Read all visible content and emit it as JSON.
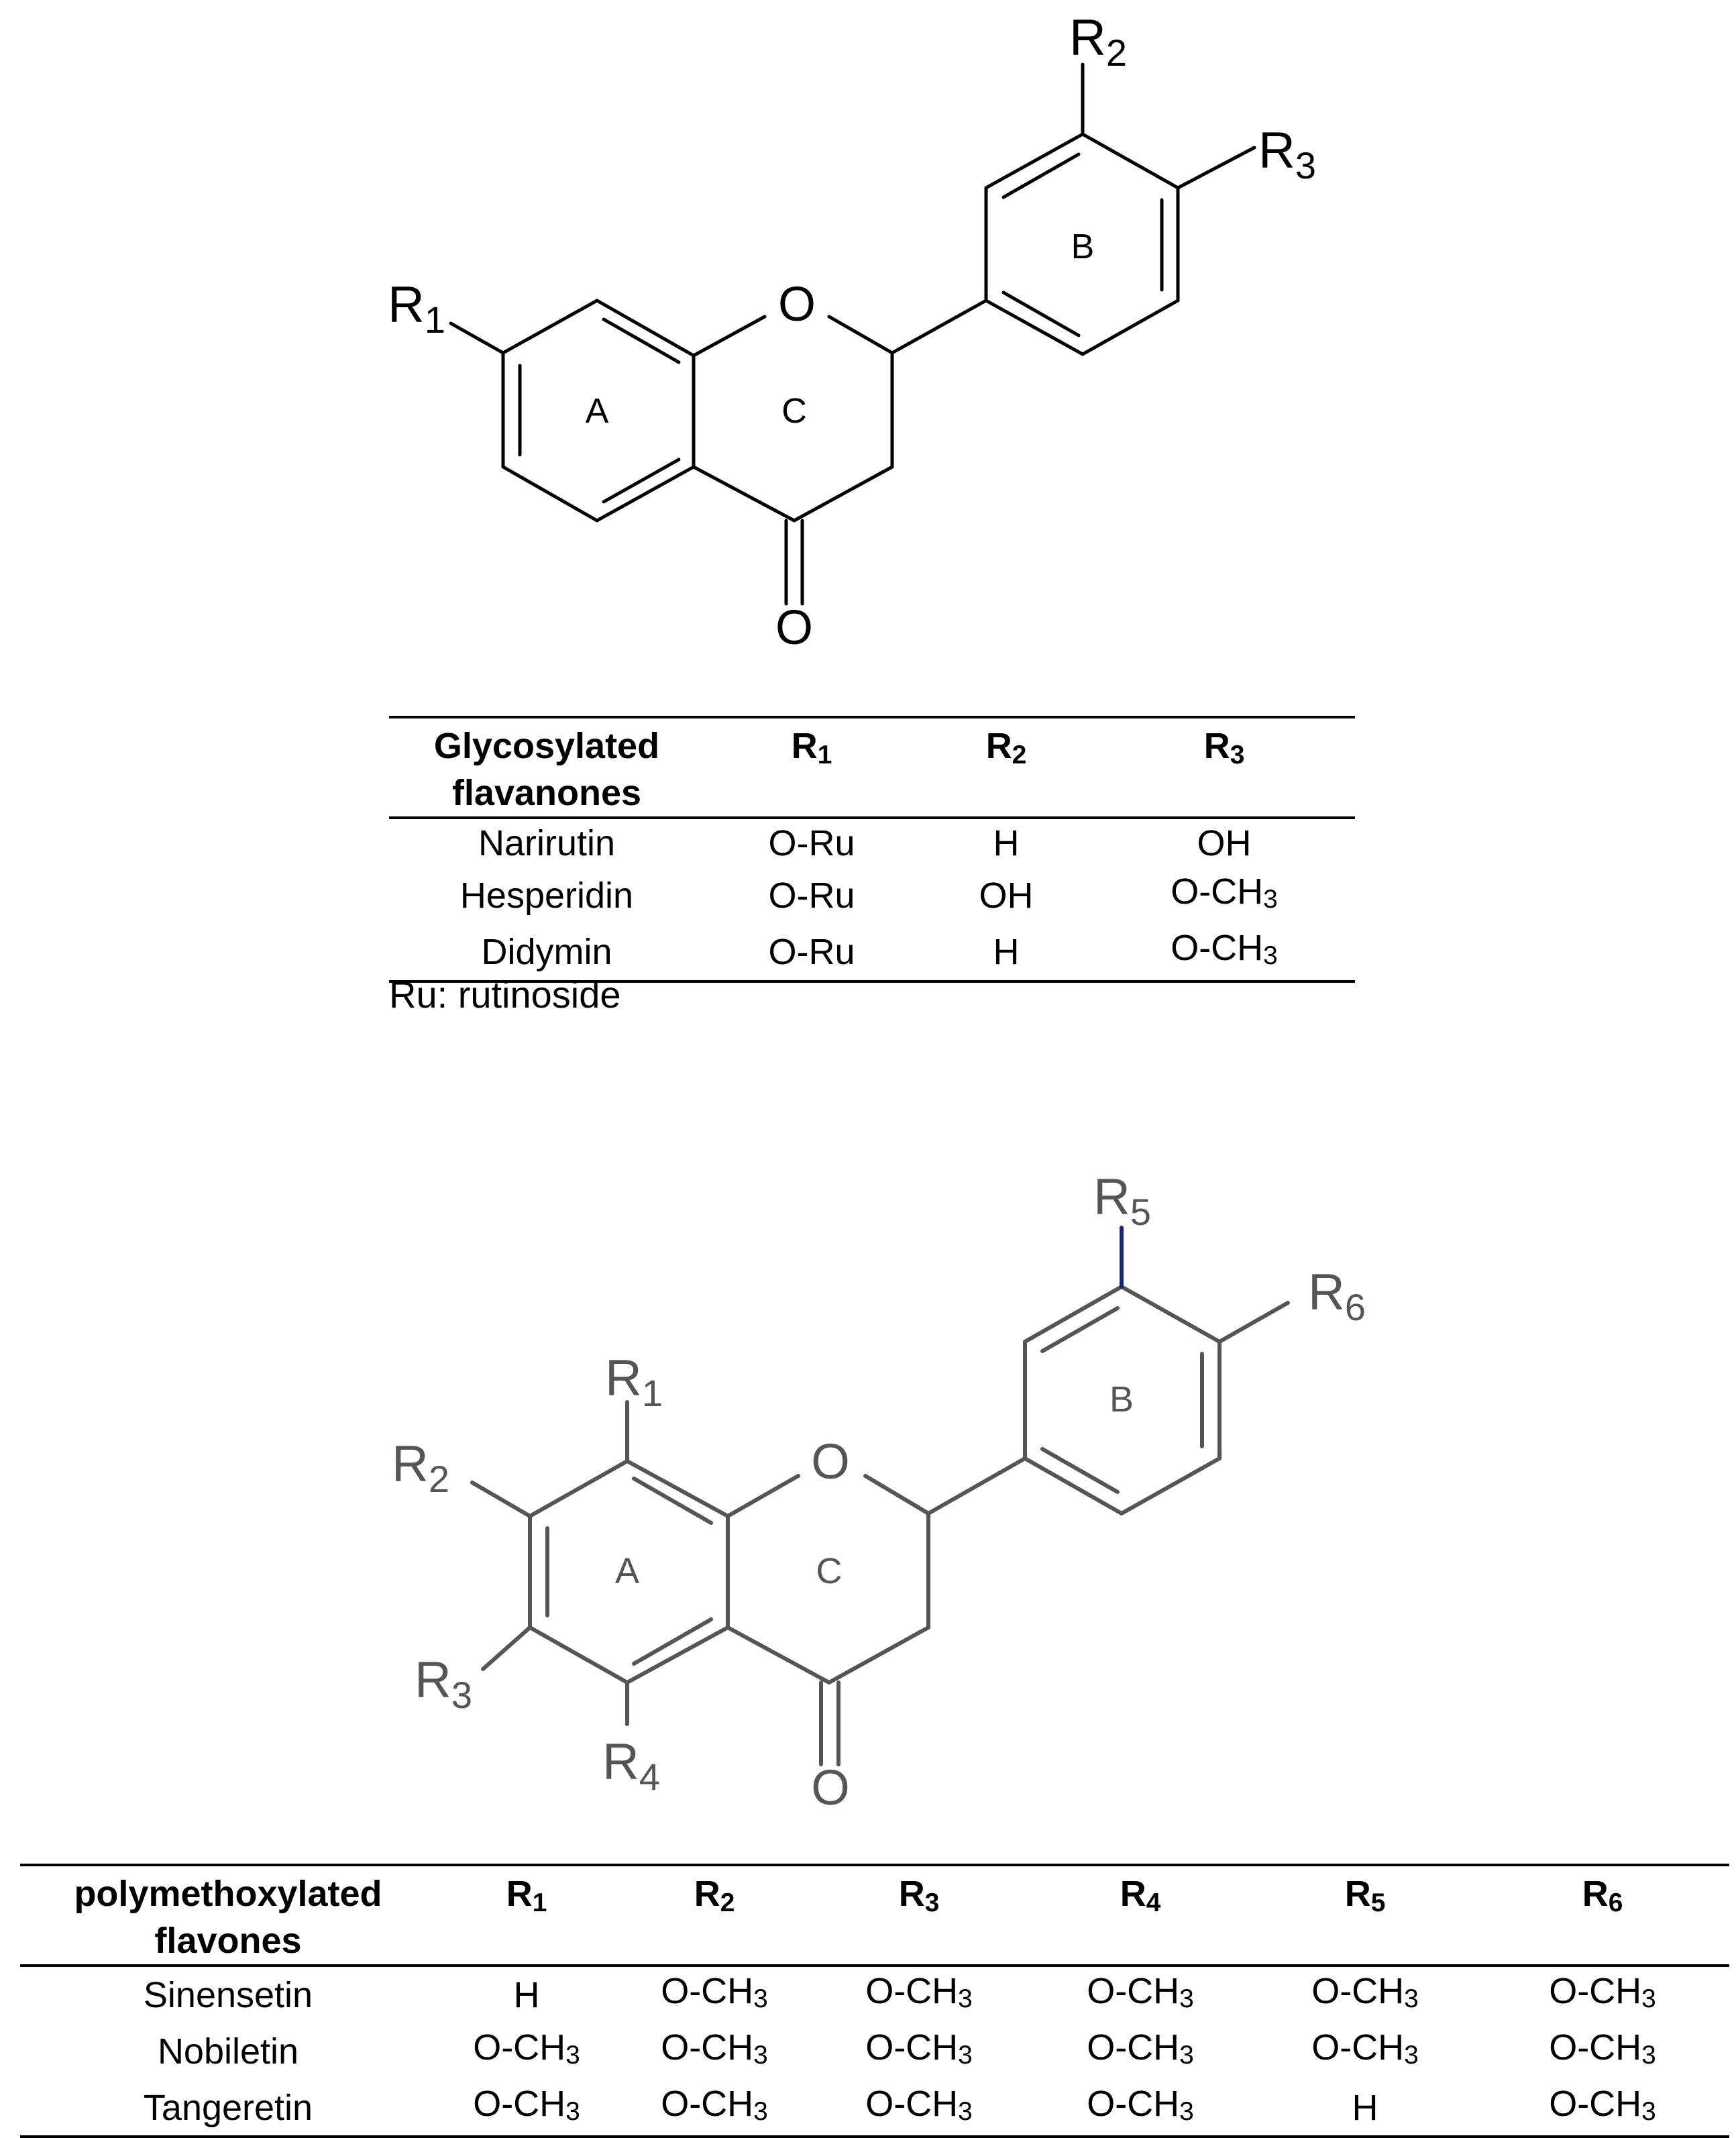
{
  "structure1": {
    "r1": "R1",
    "r2": "R2",
    "r3": "R3",
    "ring_a": "A",
    "ring_b": "B",
    "ring_c": "C",
    "o_ring": "O",
    "o_keto": "O"
  },
  "table1": {
    "header": {
      "col0": "Glycosylated flavanones",
      "col1": "R1",
      "col2": "R2",
      "col3": "R3"
    },
    "rows": [
      {
        "name": "Narirutin",
        "r1": "O-Ru",
        "r2": "H",
        "r3": "OH"
      },
      {
        "name": "Hesperidin",
        "r1": "O-Ru",
        "r2": "OH",
        "r3": "O-CH3"
      },
      {
        "name": "Didymin",
        "r1": "O-Ru",
        "r2": "H",
        "r3": "O-CH3"
      }
    ],
    "note": "Ru: rutinoside"
  },
  "structure2": {
    "r1": "R1",
    "r2": "R2",
    "r3": "R3",
    "r4": "R4",
    "r5": "R5",
    "r6": "R6",
    "ring_a": "A",
    "ring_b": "B",
    "ring_c": "C",
    "o_ring": "O",
    "o_keto": "O"
  },
  "table2": {
    "header": {
      "col0": "polymethoxylated flavones",
      "col1": "R1",
      "col2": "R2",
      "col3": "R3",
      "col4": "R4",
      "col5": "R5",
      "col6": "R6"
    },
    "rows": [
      {
        "name": "Sinensetin",
        "r1": "H",
        "r2": "O-CH3",
        "r3": "O-CH3",
        "r4": "O-CH3",
        "r5": "O-CH3",
        "r6": "O-CH3"
      },
      {
        "name": "Nobiletin",
        "r1": "O-CH3",
        "r2": "O-CH3",
        "r3": "O-CH3",
        "r4": "O-CH3",
        "r5": "O-CH3",
        "r6": "O-CH3"
      },
      {
        "name": "Tangeretin",
        "r1": "O-CH3",
        "r2": "O-CH3",
        "r3": "O-CH3",
        "r4": "O-CH3",
        "r5": "H",
        "r6": "O-CH3"
      }
    ]
  }
}
